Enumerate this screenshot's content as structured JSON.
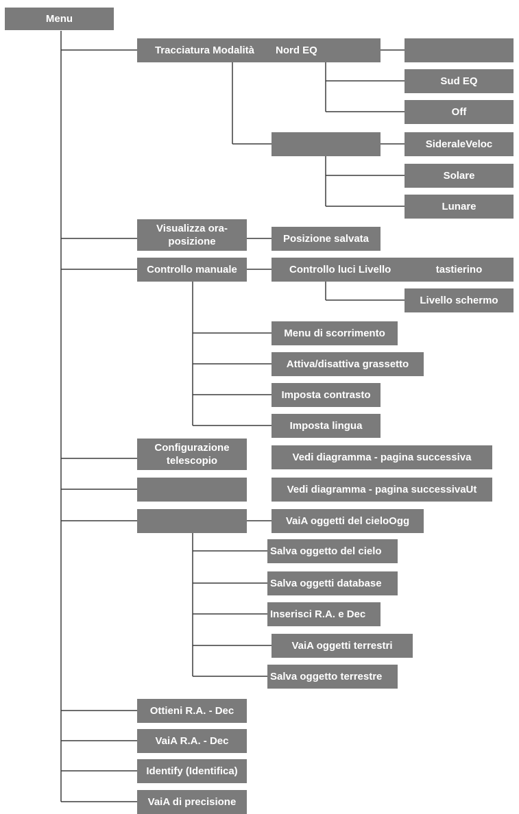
{
  "colors": {
    "box_fill": "#7b7b7b",
    "box_text": "#ffffff",
    "connector": "#3a3a3a",
    "background": "#ffffff"
  },
  "nodes": {
    "menu": "Menu",
    "tracciatura": "Tracciatura Modalità",
    "nord_eq": "Nord EQ",
    "blank_top": "",
    "sud_eq": "Sud EQ",
    "off": "Off",
    "blank_rate": "",
    "siderale": "SideraleVeloc",
    "solare": "Solare",
    "lunare": "Lunare",
    "visualizza": "Visualizza ora-posizione",
    "posizione_salvata": "Posizione salvata",
    "controllo_manuale": "Controllo manuale",
    "controllo_luci": "Controllo luci Livello",
    "tastierino": "tastierino",
    "livello_schermo": "Livello schermo",
    "menu_scorrimento": "Menu di scorrimento",
    "grassetto": "Attiva/disattiva grassetto",
    "contrasto": "Imposta contrasto",
    "lingua": "Imposta lingua",
    "configurazione": "Configurazione telescopio",
    "vedi1": "Vedi diagramma - pagina successiva",
    "blank_mid": "",
    "vedi2": "Vedi diagramma - pagina successivaUt",
    "blank_obj": "",
    "vaia_cielo": "VaiA oggetti del cieloOgg",
    "salva_cielo": "Salva oggetto del cielo",
    "salva_database": "Salva oggetti database",
    "inserisci": "Inserisci R.A. e Dec",
    "vaia_terrestri": "VaiA oggetti terrestri",
    "salva_terrestre": "Salva oggetto terrestre",
    "ottieni": "Ottieni R.A. - Dec",
    "vaia_radec": "VaiA R.A. - Dec",
    "identify": "Identify (Identifica)",
    "vaia_precisione": "VaiA di precisione"
  }
}
